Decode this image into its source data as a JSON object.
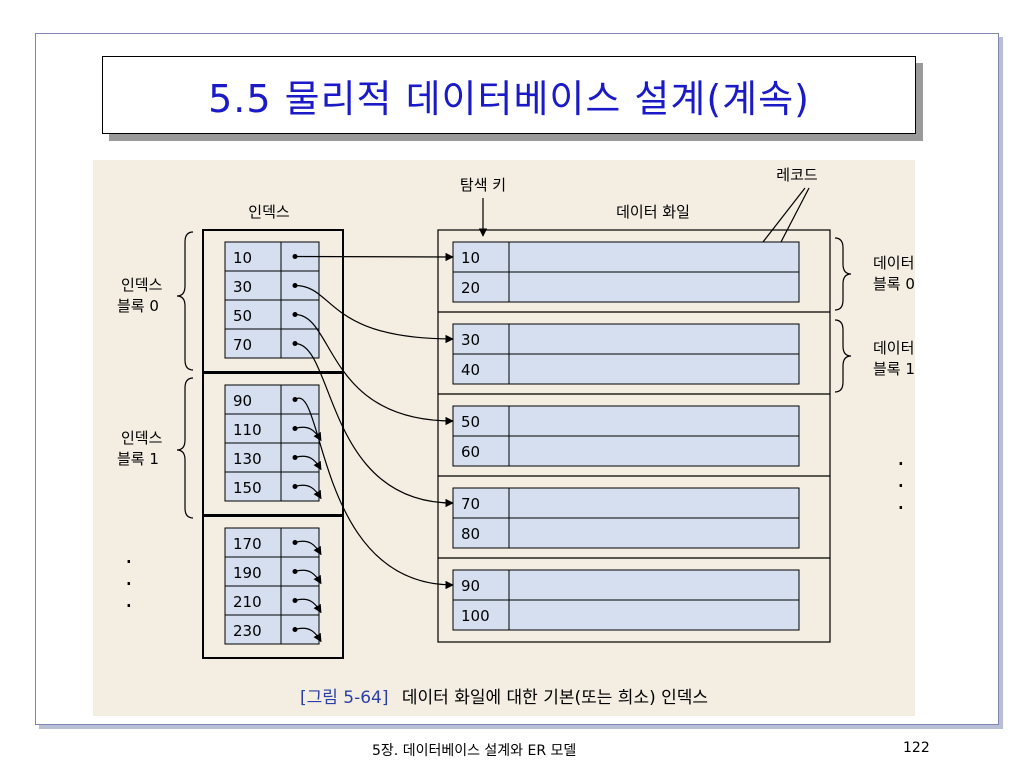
{
  "title": "5.5 물리적 데이터베이스 설계(계속)",
  "diagram": {
    "search_key_label": "탐색 키",
    "record_label": "레코드",
    "index_label": "인덱스",
    "data_file_label": "데이터 화일",
    "index_block_0_label": [
      "인덱스",
      "블록 0"
    ],
    "index_block_1_label": [
      "인덱스",
      "블록 1"
    ],
    "data_block_0_label": [
      "데이터",
      "블록 0"
    ],
    "data_block_1_label": [
      "데이터",
      "블록 1"
    ],
    "index_blocks": [
      [
        "10",
        "30",
        "50",
        "70"
      ],
      [
        "90",
        "110",
        "130",
        "150"
      ],
      [
        "170",
        "190",
        "210",
        "230"
      ]
    ],
    "data_blocks": [
      [
        "10",
        "20"
      ],
      [
        "30",
        "40"
      ],
      [
        "50",
        "60"
      ],
      [
        "70",
        "80"
      ],
      [
        "90",
        "100"
      ]
    ],
    "ellipsis": "·",
    "caption_prefix": "[그림 5-64]",
    "caption_text": "데이터 화일에 대한 기본(또는 희소) 인덱스",
    "colors": {
      "cell_fill": "#d5dff0",
      "caption_prefix": "#2a3fa8",
      "background": "#f3ede2"
    }
  },
  "footer": {
    "chapter": "5장. 데이터베이스 설계와 ER 모델",
    "page": "122"
  }
}
